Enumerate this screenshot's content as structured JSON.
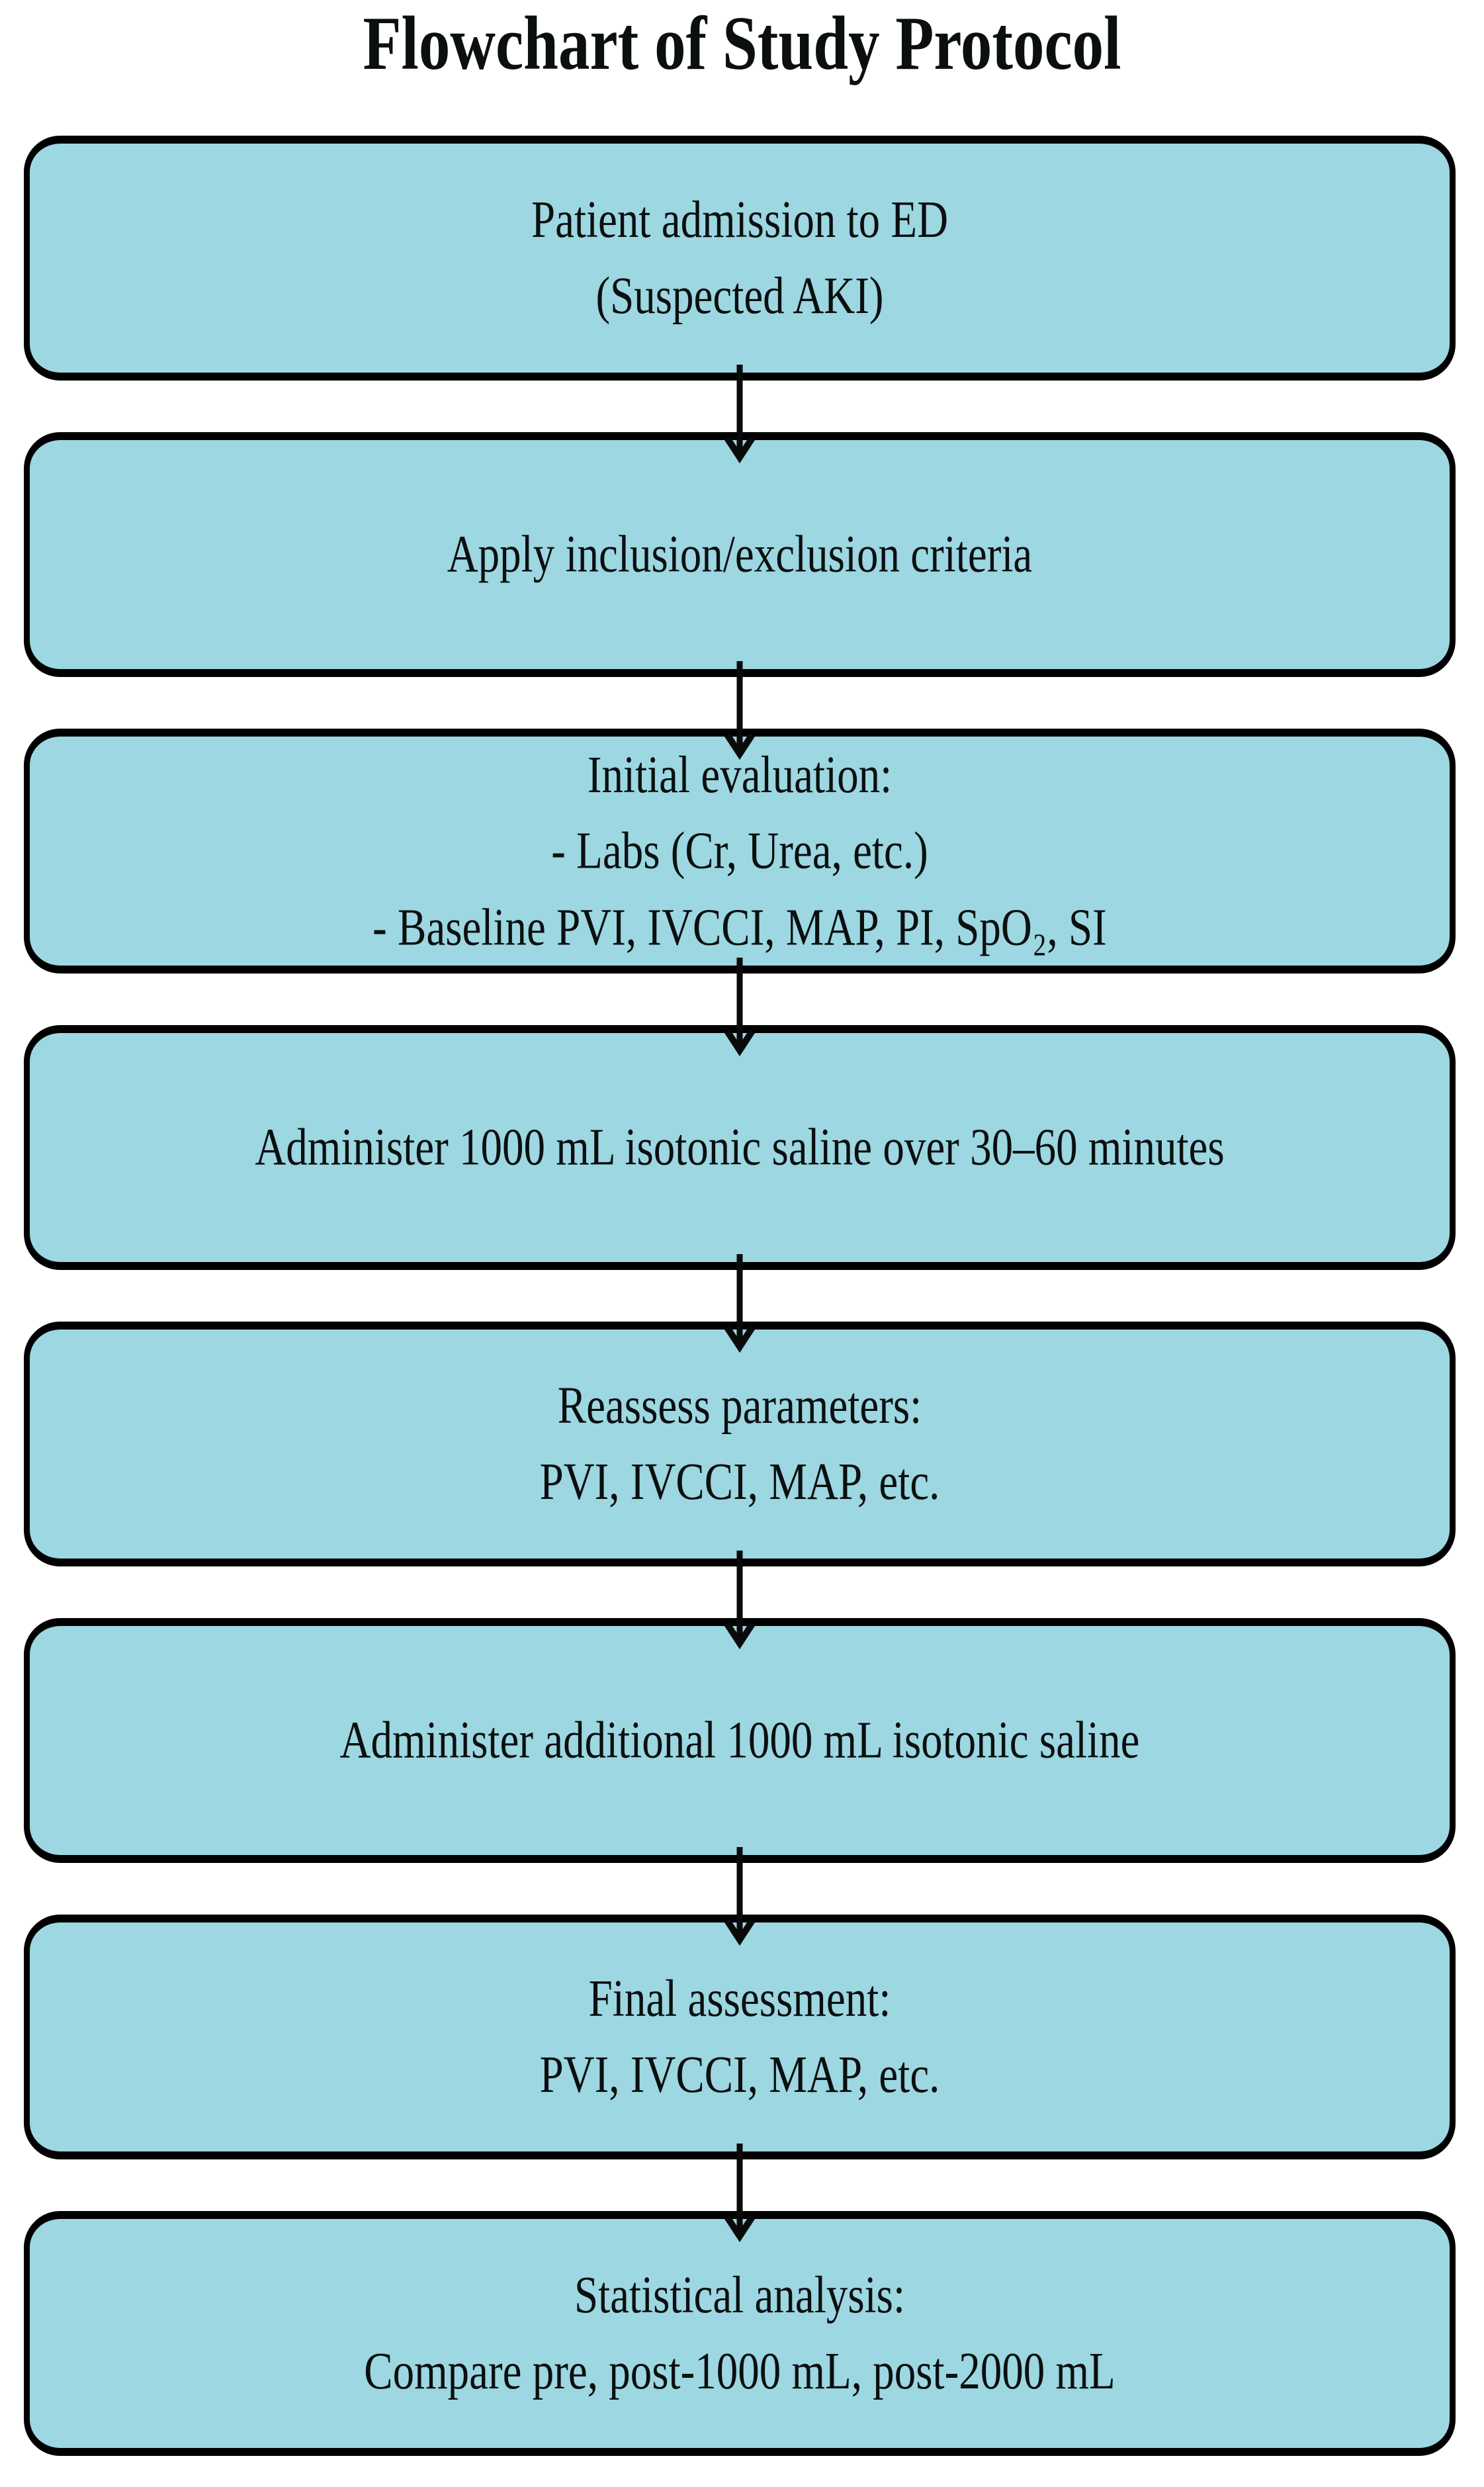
{
  "title": "Flowchart of Study Protocol",
  "colors": {
    "box_fill": "#9dd7e1",
    "box_border": "#000000",
    "arrow": "#0a0a0a",
    "text": "#0b0f10",
    "page_background": "#ffffff"
  },
  "flowchart": {
    "boxes": [
      {
        "id": "admission",
        "lines": [
          "Patient admission to ED",
          "(Suspected AKI)"
        ]
      },
      {
        "id": "criteria",
        "lines": [
          "Apply inclusion/exclusion criteria"
        ]
      },
      {
        "id": "initial-evaluation",
        "lines": [
          "Initial evaluation:",
          "- Labs (Cr, Urea, etc.)",
          "- Baseline PVI, IVCCI, MAP, PI, SpO₂, SI"
        ]
      },
      {
        "id": "saline-1000",
        "lines": [
          "Administer 1000 mL isotonic saline over 30–60 minutes"
        ]
      },
      {
        "id": "reassess-parameters",
        "lines": [
          "Reassess parameters:",
          "PVI, IVCCI, MAP, etc."
        ]
      },
      {
        "id": "additional-saline",
        "lines": [
          "Administer additional 1000 mL isotonic saline"
        ]
      },
      {
        "id": "final-assessment",
        "lines": [
          "Final assessment:",
          "PVI, IVCCI, MAP, etc."
        ]
      },
      {
        "id": "statistical-analysis",
        "lines": [
          "Statistical analysis:",
          "Compare pre, post-1000 mL, post-2000 mL"
        ]
      }
    ]
  }
}
